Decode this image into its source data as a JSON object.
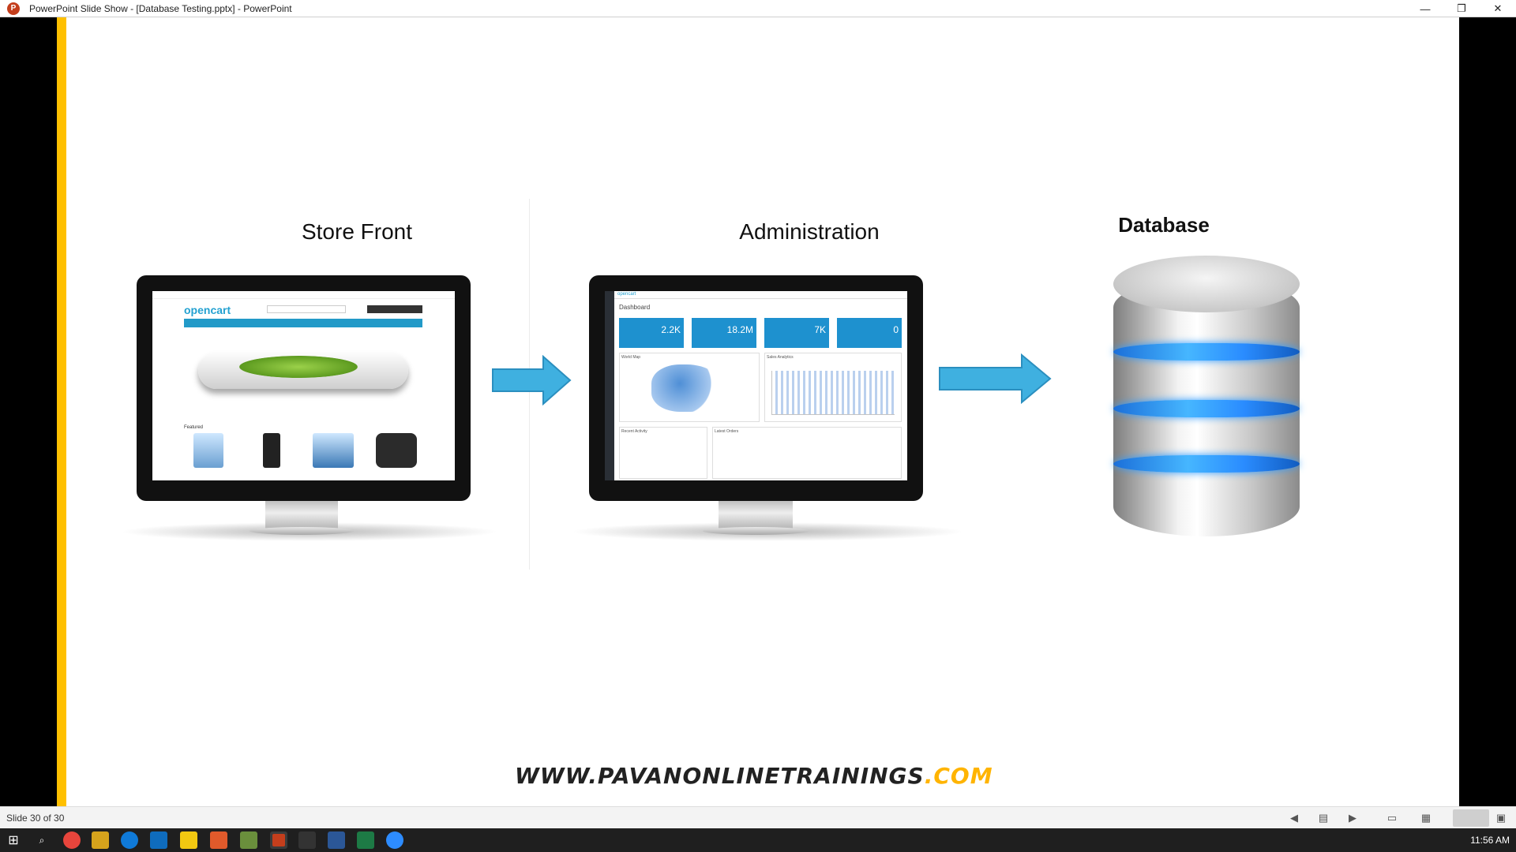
{
  "window": {
    "title": "PowerPoint Slide Show - [Database Testing.pptx] - PowerPoint",
    "app_icon_letter": "P",
    "controls": {
      "minimize": "—",
      "restore": "❐",
      "close": "✕"
    }
  },
  "slide": {
    "sections": [
      {
        "heading": "Store Front"
      },
      {
        "heading": "Administration"
      },
      {
        "heading": "Database"
      }
    ],
    "store_front_screen": {
      "logo": "opencart",
      "section_label": "Featured"
    },
    "admin_screen": {
      "brand": "opencart",
      "title": "Dashboard",
      "tiles": [
        "2.2K",
        "18.2M",
        "7K",
        "0"
      ],
      "panels": [
        "World Map",
        "Sales Analytics",
        "Recent Activity",
        "Latest Orders"
      ]
    },
    "footer_url": {
      "main": "WWW.PAVANONLINETRAININGS",
      "accent": ".COM"
    },
    "colors": {
      "accent_bar": "#ffc000",
      "arrow": "#3fb0e0",
      "db_ring": "#2a8cff"
    }
  },
  "statusbar": {
    "slide_counter": "Slide 30 of 30"
  },
  "taskbar": {
    "clock": "11:56 AM"
  }
}
